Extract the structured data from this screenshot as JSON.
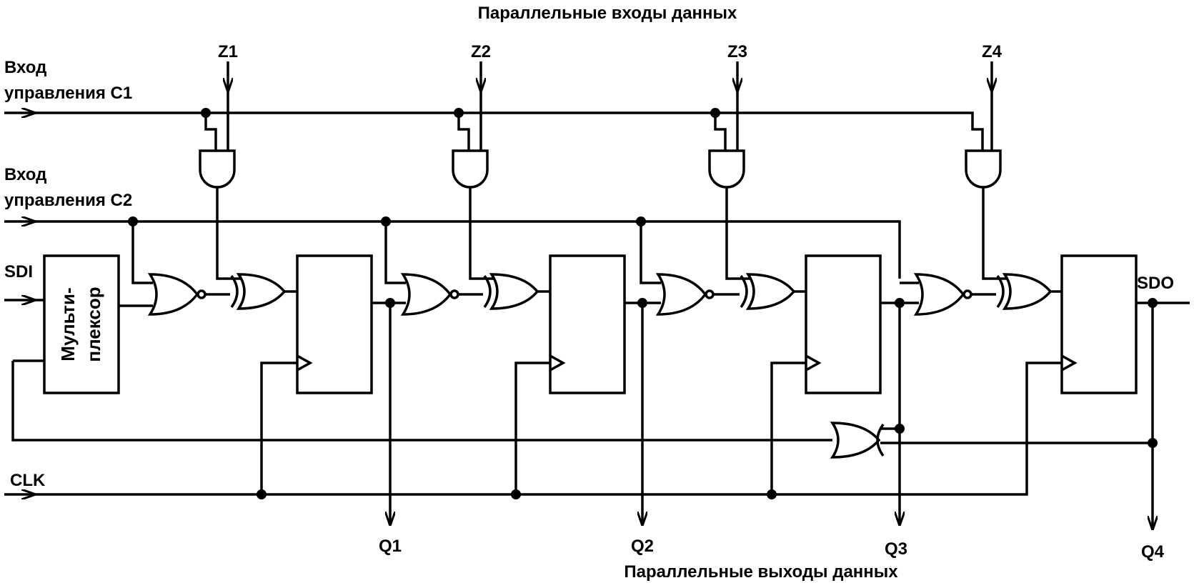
{
  "title_top": "Параллельные входы данных",
  "title_bottom": "Параллельные выходы данных",
  "control_c1": [
    "Вход",
    "управления С1"
  ],
  "control_c2": [
    "Вход",
    "управления С2"
  ],
  "sdi": "SDI",
  "sdo": "SDO",
  "clk": "CLK",
  "mux": [
    "Мульти-",
    "плексор"
  ],
  "inputs": [
    "Z1",
    "Z2",
    "Z3",
    "Z4"
  ],
  "outputs": [
    "Q1",
    "Q2",
    "Q3",
    "Q4"
  ]
}
